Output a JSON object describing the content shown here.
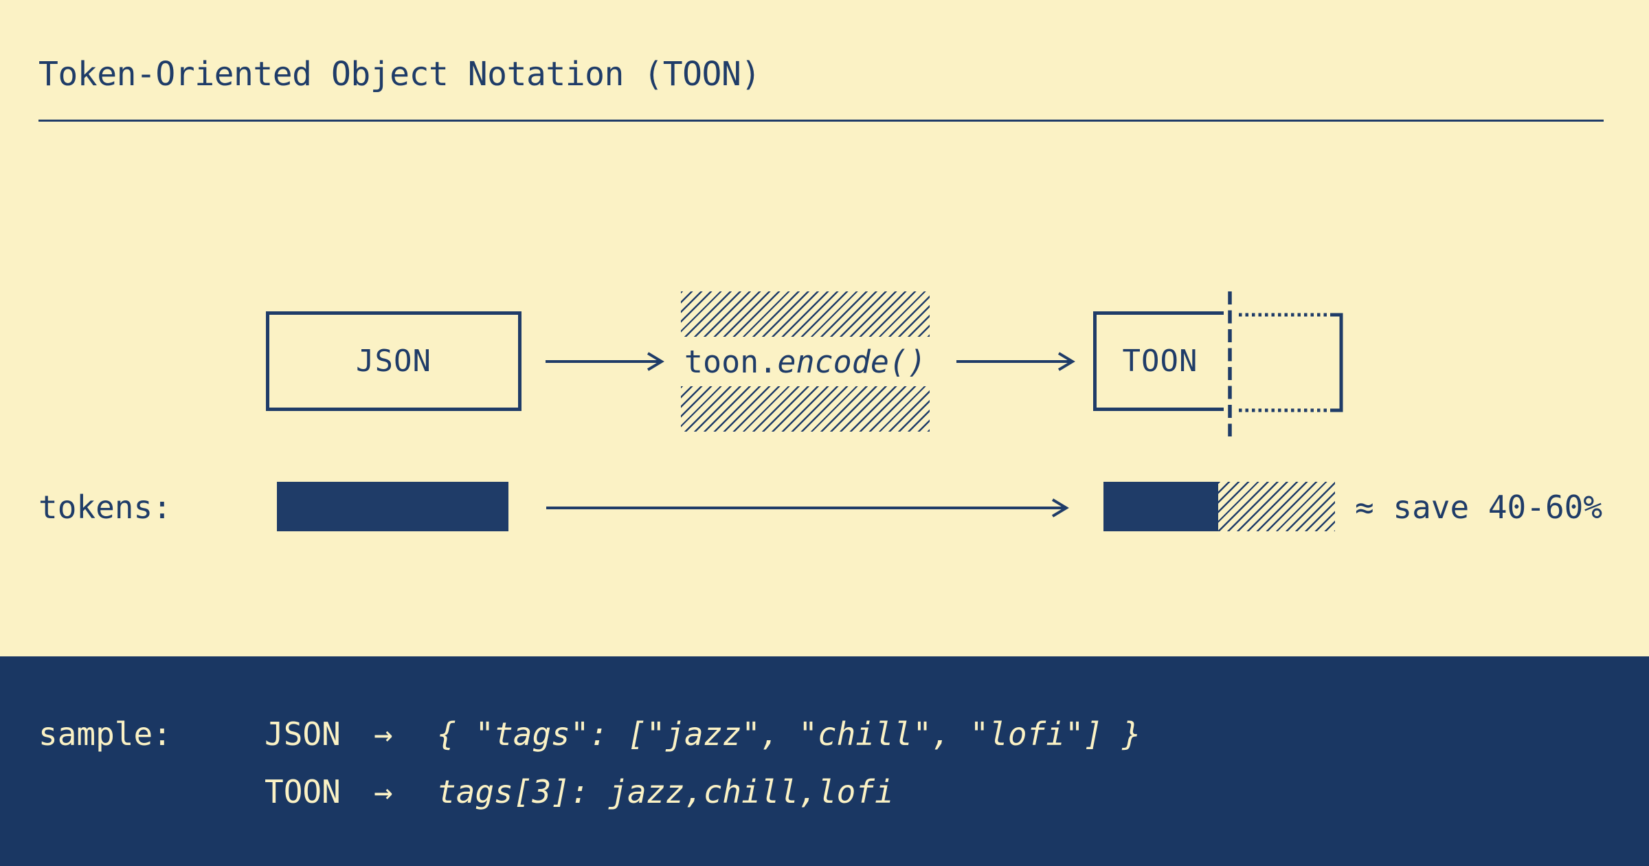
{
  "palette": {
    "cream": "#FBF2C5",
    "ink": "#1F3C68",
    "navy": "#1A3763"
  },
  "header": {
    "title": "Token-Oriented Object Notation (TOON)"
  },
  "flow": {
    "json_label": "JSON",
    "encode_prefix": "toon.",
    "encode_call": "encode()",
    "toon_label": "TOON"
  },
  "tokens": {
    "label": "tokens:",
    "note": "≈ save 40-60%"
  },
  "sample": {
    "label": "sample:",
    "rows": [
      {
        "format": "JSON",
        "arrow": "→",
        "code": "{ \"tags\": [\"jazz\", \"chill\", \"lofi\"] }"
      },
      {
        "format": "TOON",
        "arrow": "→",
        "code": "tags[3]: jazz,chill,lofi"
      }
    ]
  },
  "icons": {
    "flow_arrow": "arrow-right",
    "cut_line": "dashed-cut-line",
    "saved_outline": "dotted-saved-box"
  }
}
